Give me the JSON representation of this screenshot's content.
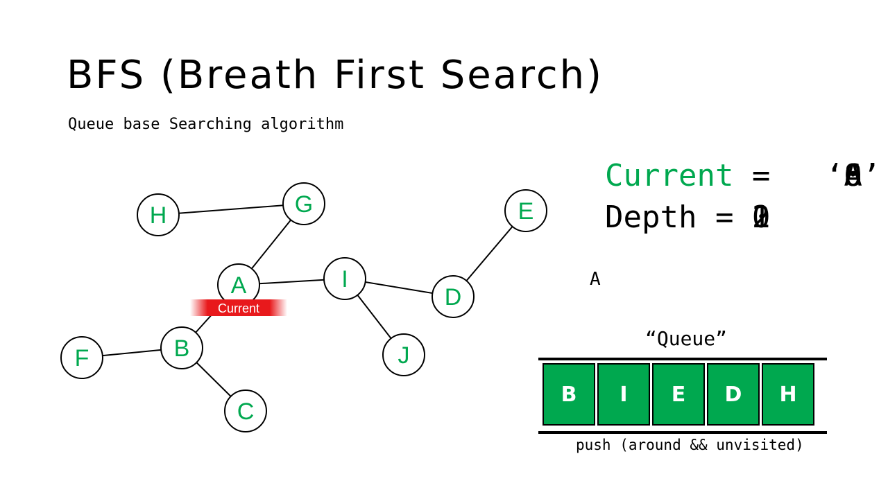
{
  "title": "BFS (Breath First Search)",
  "subtitle": "Queue base Searching algorithm",
  "graph": {
    "nodes": [
      "A",
      "B",
      "C",
      "D",
      "E",
      "F",
      "G",
      "H",
      "I",
      "J"
    ],
    "edges": [
      [
        "H",
        "G"
      ],
      [
        "G",
        "A"
      ],
      [
        "A",
        "I"
      ],
      [
        "I",
        "D"
      ],
      [
        "D",
        "E"
      ],
      [
        "I",
        "J"
      ],
      [
        "A",
        "B"
      ],
      [
        "B",
        "F"
      ],
      [
        "B",
        "C"
      ]
    ],
    "current_tag": "Current",
    "current_node": "A"
  },
  "status": {
    "current_label": "Current",
    "equals": " = ",
    "open_quote": "‘",
    "close_quote": "’",
    "current_value": "A",
    "current_overlays": [
      "0",
      "6",
      "8"
    ],
    "depth_label": "Depth = ",
    "depth_value": "0",
    "depth_overlays": [
      "1",
      "2"
    ]
  },
  "visited_log": "A",
  "queue": {
    "label": "“Queue”",
    "items": [
      "B",
      "I",
      "E",
      "D",
      "H"
    ],
    "caption": "push (around && unvisited)"
  },
  "colors": {
    "accent": "#00a84f",
    "current_tag": "#e8191c",
    "node_stroke": "#000000",
    "node_fill": "#ffffff"
  }
}
